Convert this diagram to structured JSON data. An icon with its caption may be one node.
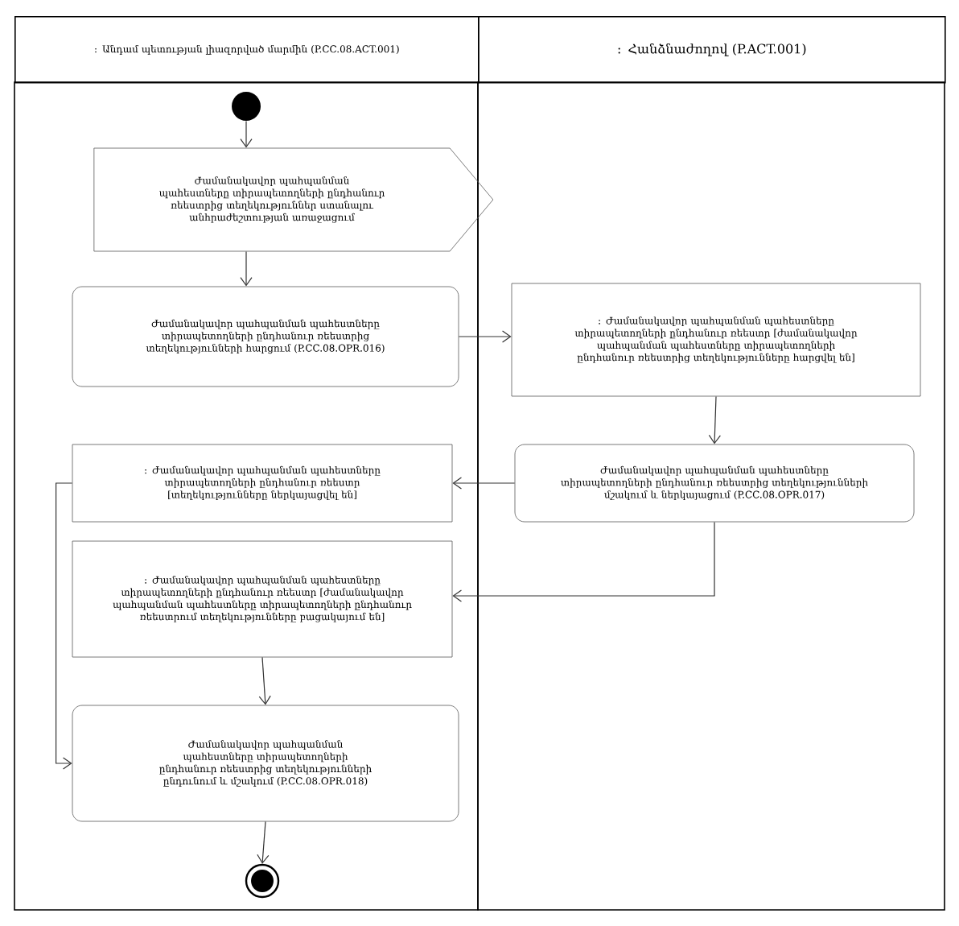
{
  "diagram": {
    "nodes": [
      {
        "text": [
          ": Անդամ պետության լիազորված մարմին  (P.CC.08.ACT.001)"
        ]
      },
      {
        "text": [
          ": Հանձնաժողով (P.ACT.001)"
        ]
      },
      {
        "text": [],
        "shape": "circle",
        "in": 0
      },
      {
        "text": [
          "Ժամանակավոր պահպանման պահեստները տիրապետողների ընդհանուր ռեեստրից տեղեկություններ ստանալու անհրաժեշտության առաջացում"
        ],
        "in": 0
      },
      {
        "text": [
          "Ժամանակավոր պահպանման պահեստները տիրապետողների ընդհանուր ռեեստրից տեղեկությունների հարցում (P.CC.08.OPR.016)"
        ],
        "in": 0
      },
      {
        "text": [
          ": Ժամանակավոր պահպանման պահեստները տիրապետողների ընդհանուր ռեեստր [ժամանակավոր պահպանման պահեստները տիրապետողների ընդհանուր ռեեստրից տեղեկությունները հարցվել են]"
        ],
        "in": 1
      },
      {
        "text": [
          "Ժամանակավոր պահպանման պահեստները տիրապետողների ընդհանուր ռեեստրից տեղեկությունների մշակում և ներկայացում (P.CC.08.OPR.017)"
        ],
        "in": 1
      },
      {
        "text": [
          ": Ժամանակավոր պահպանման պահեստները տիրապետողների ընդհանուր ռեեստր [տեղեկությունները ներկայացվել են]"
        ],
        "in": 0
      },
      {
        "text": [
          ": Ժամանակավոր պահպանման պահեստները տիրապետողների ընդհանուր ռեեստր [ժամանակավոր պահպանման պահեստները տիրապետողների ընդհանուր ռեեստրում  տեղեկությունները բացակայում են]"
        ],
        "in": 0
      },
      {
        "text": [
          "Ժամանակավոր պահպանման պահեստները տիրապետողների ընդհանուր ռեեստրից տեղեկությունների ընդունում և մշակում (P.CC.08.OPR.018)"
        ],
        "in": 0
      },
      {
        "text": [],
        "shape": "circle",
        "in": 0
      }
    ],
    "edges": [
      {
        "from": 2,
        "to": 3,
        "arrow": "to"
      },
      {
        "from": 3,
        "to": 4,
        "arrow": "to"
      },
      {
        "from": 4,
        "to": 5,
        "arrow": "to"
      },
      {
        "from": 5,
        "to": 6,
        "arrow": "to"
      },
      {
        "from": 6,
        "to": 7,
        "arrow": "to"
      },
      {
        "from": 6,
        "to": 8,
        "arrow": "to"
      },
      {
        "from": 7,
        "to": 9,
        "arrow": "to"
      },
      {
        "from": 8,
        "to": 9,
        "arrow": "to"
      },
      {
        "from": 9,
        "to": 10,
        "arrow": "to"
      }
    ]
  }
}
